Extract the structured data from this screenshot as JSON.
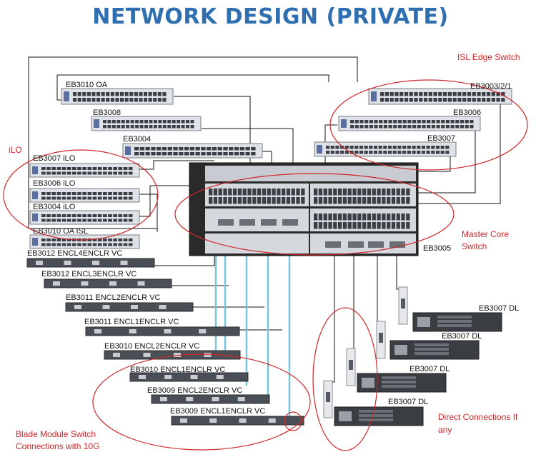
{
  "title": "NETWORK DESIGN (PRIVATE)",
  "annotations": {
    "isl_edge": "ISL Edge Switch",
    "ilo": "iLO",
    "master_core_1": "Master Core",
    "master_core_2": "Switch",
    "direct_1": "Direct Connections If",
    "direct_2": "any",
    "blade_1": "Blade Module Switch",
    "blade_2": "Connections with 10G"
  },
  "switches": {
    "eb3010_oa": "EB3010 OA",
    "eb3008": "EB3008",
    "eb3004": "EB3004",
    "eb3003": "EB3003/2/1",
    "eb3006": "EB3006",
    "eb3007": "EB3007",
    "ilo_3007": "EB3007 iLO",
    "ilo_3006": "EB3006 iLO",
    "ilo_3004": "EB3004 iLO",
    "oa_isl": "EB3010 OA ISL",
    "core": "EB3005"
  },
  "blades": [
    "EB3012 ENCL4ENCLR VC",
    "EB3012 ENCL3ENCLR VC",
    "EB3011 ENCL2ENCLR VC",
    "EB3011 ENCL1ENCLR VC",
    "EB3010 ENCL2ENCLR VC",
    "EB3010 ENCL1ENCLR VC",
    "EB3009 ENCL2ENCLR VC",
    "EB3009 ENCL1ENCLR VC"
  ],
  "servers": [
    "EB3007 DL",
    "EB3007 DL",
    "EB3007 DL",
    "EB3007 DL"
  ],
  "colors": {
    "title": "#2f6fb0",
    "ellipse": "#d0262a",
    "annotation": "#d0262a",
    "link_10g": "#79c7d6",
    "cable": "#111111"
  }
}
